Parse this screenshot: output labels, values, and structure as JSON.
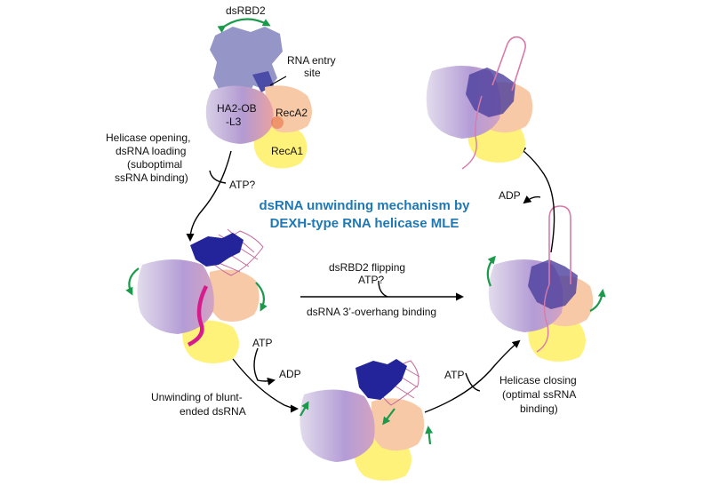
{
  "title": {
    "line1": "dsRNA unwinding mechanism by",
    "line2": "DEXH-type RNA helicase MLE"
  },
  "labels": {
    "dsrbd2": "dsRBD2",
    "rna_entry_1": "RNA entry",
    "rna_entry_2": "site",
    "ha2_1": "HA2-OB",
    "ha2_2": "-L3",
    "reca2": "RecA2",
    "reca1": "RecA1"
  },
  "steps": {
    "opening": [
      "Helicase opening,",
      "dsRNA loading",
      "(suboptimal",
      "ssRNA binding)"
    ],
    "atp_q_left": "ATP?",
    "flipping": [
      "dsRBD2  flipping",
      "ATP?"
    ],
    "overhang": "dsRNA 3’-overhang binding",
    "atp_bottom_left": "ATP",
    "adp_bottom_left": "ADP",
    "unwinding": [
      "Unwinding of blunt-",
      "ended dsRNA"
    ],
    "atp_bottom_right": "ATP",
    "closing": [
      "Helicase closing",
      "(optimal ssRNA",
      "binding)"
    ],
    "adp_top_right": "ADP"
  },
  "colors": {
    "title": "#1f78b4",
    "dsrbd2_light": "#8f8fc4",
    "dsrbd2_dark": "#23239a",
    "ha2": "#b7a6d4",
    "reca2": "#f7c9a6",
    "reca1": "#fff27a",
    "ssrna": "#d81b8c",
    "green_arrow": "#1a9a4a"
  }
}
